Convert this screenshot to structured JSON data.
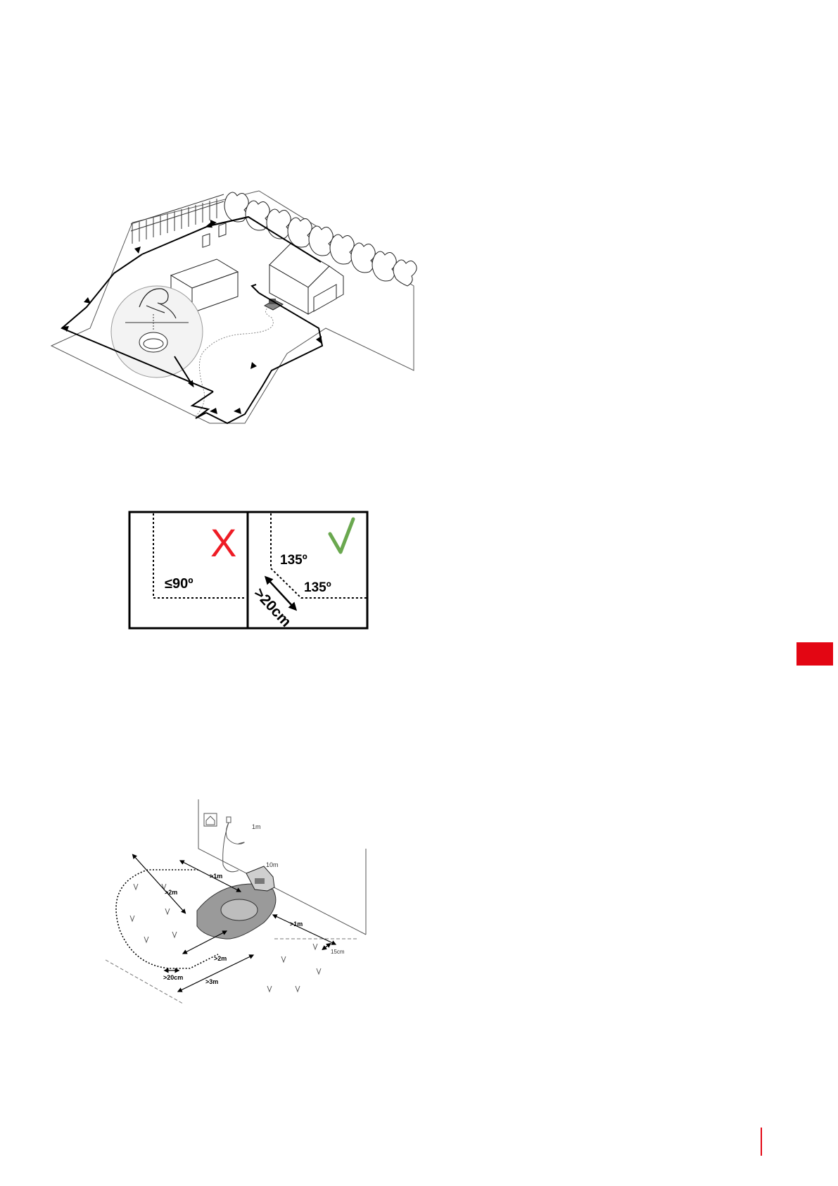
{
  "colors": {
    "accent": "#e30613",
    "wrong": "#ee1c25",
    "right": "#6aa84f"
  },
  "corner_figure": {
    "wrong_mark": "X",
    "right_mark": "check-icon",
    "wrong_angle": "≤90º",
    "right_angle_top": "135º",
    "right_angle_bottom": "135º",
    "min_distance": ">20cm"
  },
  "station_figure": {
    "cable_length": "1m",
    "wall_length": "10m",
    "side_clearance": ">2m",
    "front_clearance": ">1m",
    "wall_clearance": ">1m",
    "wall_offset": "15cm",
    "exit_clearance": ">2m",
    "wire_gap": ">20cm",
    "exit_length": ">3m"
  }
}
